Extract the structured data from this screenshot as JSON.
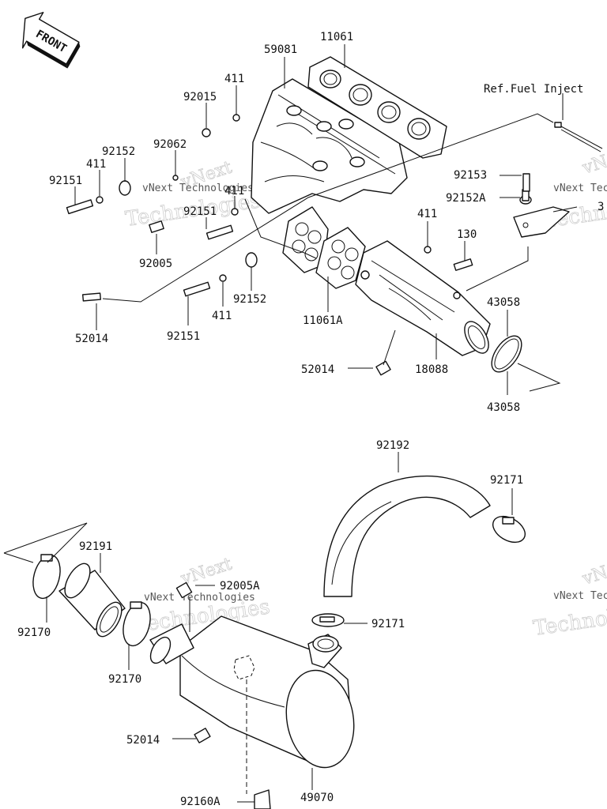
{
  "front_badge": "FRONT",
  "ref_note": "Ref.Fuel Inject",
  "labels": {
    "p11061": "11061",
    "p59081": "59081",
    "p411_a": "411",
    "p92015": "92015",
    "p92062": "92062",
    "p92152_a": "92152",
    "p411_b": "411",
    "p92151_a": "92151",
    "p411_c": "411",
    "p92151_b": "92151",
    "p92005": "92005",
    "p92152_b": "92152",
    "p411_d": "411",
    "p52014_a": "52014",
    "p92151_c": "92151",
    "p11061a": "11061A",
    "p411_e": "411",
    "p92153": "92153",
    "p92152a": "92152A",
    "p3": "3",
    "p130": "130",
    "p43058_a": "43058",
    "p18088": "18088",
    "p52014_b": "52014",
    "p43058_b": "43058",
    "p92192": "92192",
    "p92171_a": "92171",
    "p92191": "92191",
    "p92005a": "92005A",
    "p92170_a": "92170",
    "p92170_b": "92170",
    "p92171_b": "92171",
    "p52014_c": "52014",
    "p92160a": "92160A",
    "p49070": "49070"
  },
  "watermark": {
    "brand": "vNext",
    "line": "vNext Technologies",
    "word": "Technologies"
  }
}
